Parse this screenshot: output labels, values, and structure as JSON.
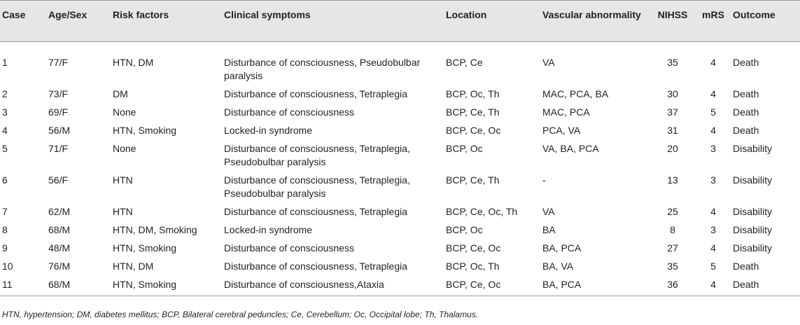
{
  "table": {
    "headers": [
      "Case",
      "Age/Sex",
      "Risk factors",
      "Clinical symptoms",
      "Location",
      "Vascular abnormality",
      "NIHSS",
      "mRS",
      "Outcome"
    ],
    "rows": [
      [
        "1",
        "77/F",
        "HTN, DM",
        "Disturbance of consciousness, Pseudobulbar paralysis",
        "BCP, Ce",
        "VA",
        "35",
        "4",
        "Death"
      ],
      [
        "2",
        "73/F",
        "DM",
        "Disturbance of consciousness, Tetraplegia",
        "BCP, Oc, Th",
        "MAC, PCA, BA",
        "30",
        "4",
        "Death"
      ],
      [
        "3",
        "69/F",
        "None",
        "Disturbance of consciousness",
        "BCP, Ce, Th",
        "MAC, PCA",
        "37",
        "5",
        "Death"
      ],
      [
        "4",
        "56/M",
        "HTN, Smoking",
        "Locked-in syndrome",
        "BCP, Ce, Oc",
        "PCA, VA",
        "31",
        "4",
        "Death"
      ],
      [
        "5",
        "71/F",
        "None",
        "Disturbance of consciousness, Tetraplegia, Pseudobulbar paralysis",
        "BCP, Oc",
        "VA, BA, PCA",
        "20",
        "3",
        "Disability"
      ],
      [
        "6",
        "56/F",
        "HTN",
        "Disturbance of consciousness, Tetraplegia, Pseudobulbar paralysis",
        "BCP, Ce, Th",
        "-",
        "13",
        "3",
        "Disability"
      ],
      [
        "7",
        "62/M",
        "HTN",
        "Disturbance of consciousness, Tetraplegia",
        "BCP, Ce, Oc, Th",
        "VA",
        "25",
        "4",
        "Disability"
      ],
      [
        "8",
        "68/M",
        "HTN, DM, Smoking",
        "Locked-in syndrome",
        "BCP, Oc",
        "BA",
        "8",
        "3",
        "Disability"
      ],
      [
        "9",
        "48/M",
        "HTN, Smoking",
        "Disturbance of consciousness",
        "BCP, Ce, Oc",
        "BA, PCA",
        "27",
        "4",
        "Disability"
      ],
      [
        "10",
        "76/M",
        "HTN, DM",
        "Disturbance of consciousness, Tetraplegia",
        "BCP, Oc, Th",
        "BA, VA",
        "35",
        "5",
        "Death"
      ],
      [
        "11",
        "68/M",
        "HTN, Smoking",
        "Disturbance of consciousness,Ataxia",
        "BCP, Ce, Oc",
        "BA, PCA",
        "36",
        "4",
        "Death"
      ]
    ],
    "footnote": "HTN, hypertension; DM, diabetes mellitus; BCP, Bilateral cerebral peduncles; Ce, Cerebellum; Oc, Occipital lobe; Th, Thalamus."
  },
  "colors": {
    "header_bg": "#e6e6e6",
    "rule": "#999999",
    "text": "#231f20"
  }
}
